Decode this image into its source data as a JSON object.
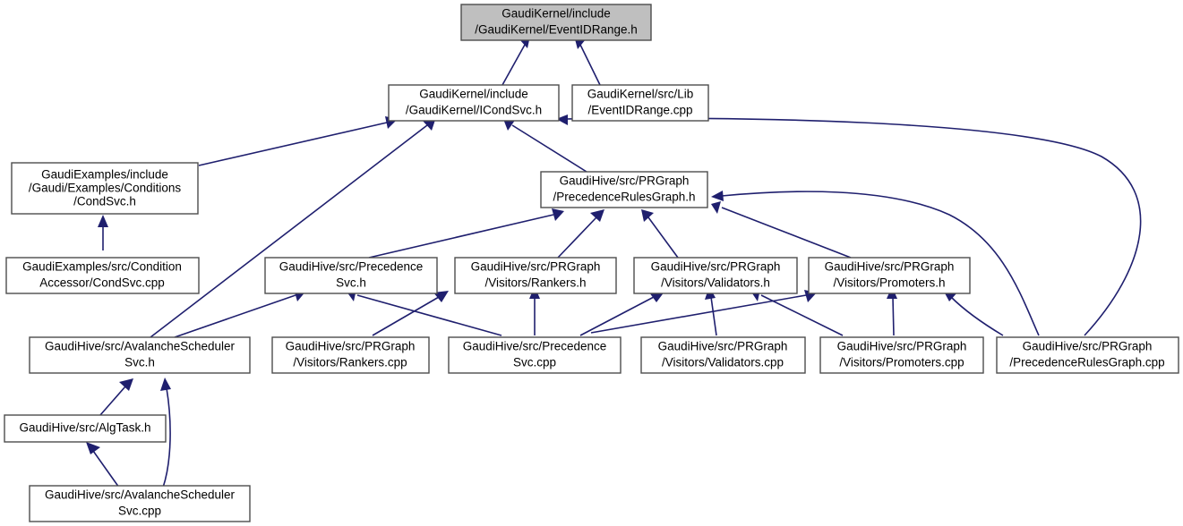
{
  "graph": {
    "title": "GaudiKernel/include/GaudiKernel/EventIDRange.h included-by dependency graph",
    "edge_color": "#1f1f6e",
    "node_border_color": "#4d4d4d",
    "root_fill_color": "#bfbfbf",
    "node_fill_color": "#ffffff",
    "background_color": "#ffffff"
  },
  "nodes": [
    {
      "id": "eventidrange_h",
      "line1": "GaudiKernel/include",
      "line2": "/GaudiKernel/EventIDRange.h",
      "is_root": true
    },
    {
      "id": "icondsvc_h",
      "line1": "GaudiKernel/include",
      "line2": "/GaudiKernel/ICondSvc.h",
      "is_root": false
    },
    {
      "id": "eventidrange_cpp",
      "line1": "GaudiKernel/src/Lib",
      "line2": "/EventIDRange.cpp",
      "is_root": false
    },
    {
      "id": "condsvc_h",
      "line1": "GaudiExamples/include",
      "line2": "/Gaudi/Examples/Conditions",
      "line3": "/CondSvc.h",
      "is_root": false
    },
    {
      "id": "condsvc_cpp",
      "line1": "GaudiExamples/src/Condition",
      "line2": "Accessor/CondSvc.cpp",
      "is_root": false
    },
    {
      "id": "prg_h",
      "line1": "GaudiHive/src/PRGraph",
      "line2": "/PrecedenceRulesGraph.h",
      "is_root": false
    },
    {
      "id": "precedencesvc_h",
      "line1": "GaudiHive/src/Precedence",
      "line2": "Svc.h",
      "is_root": false
    },
    {
      "id": "rankers_h",
      "line1": "GaudiHive/src/PRGraph",
      "line2": "/Visitors/Rankers.h",
      "is_root": false
    },
    {
      "id": "validators_h",
      "line1": "GaudiHive/src/PRGraph",
      "line2": "/Visitors/Validators.h",
      "is_root": false
    },
    {
      "id": "promoters_h",
      "line1": "GaudiHive/src/PRGraph",
      "line2": "/Visitors/Promoters.h",
      "is_root": false
    },
    {
      "id": "avalanche_h",
      "line1": "GaudiHive/src/AvalancheScheduler",
      "line2": "Svc.h",
      "is_root": false
    },
    {
      "id": "rankers_cpp",
      "line1": "GaudiHive/src/PRGraph",
      "line2": "/Visitors/Rankers.cpp",
      "is_root": false
    },
    {
      "id": "precedencesvc_cpp",
      "line1": "GaudiHive/src/Precedence",
      "line2": "Svc.cpp",
      "is_root": false
    },
    {
      "id": "validators_cpp",
      "line1": "GaudiHive/src/PRGraph",
      "line2": "/Visitors/Validators.cpp",
      "is_root": false
    },
    {
      "id": "promoters_cpp",
      "line1": "GaudiHive/src/PRGraph",
      "line2": "/Visitors/Promoters.cpp",
      "is_root": false
    },
    {
      "id": "prg_cpp",
      "line1": "GaudiHive/src/PRGraph",
      "line2": "/PrecedenceRulesGraph.cpp",
      "is_root": false
    },
    {
      "id": "algtask_h",
      "line1": "GaudiHive/src/AlgTask.h",
      "is_root": false
    },
    {
      "id": "avalanche_cpp",
      "line1": "GaudiHive/src/AvalancheScheduler",
      "line2": "Svc.cpp",
      "is_root": false
    }
  ],
  "edges": [
    {
      "from": "icondsvc_h",
      "to": "eventidrange_h"
    },
    {
      "from": "eventidrange_cpp",
      "to": "eventidrange_h"
    },
    {
      "from": "condsvc_h",
      "to": "icondsvc_h"
    },
    {
      "from": "avalanche_h",
      "to": "icondsvc_h"
    },
    {
      "from": "prg_h",
      "to": "icondsvc_h"
    },
    {
      "from": "prg_cpp",
      "to": "icondsvc_h"
    },
    {
      "from": "condsvc_cpp",
      "to": "condsvc_h"
    },
    {
      "from": "precedencesvc_h",
      "to": "prg_h"
    },
    {
      "from": "rankers_h",
      "to": "prg_h"
    },
    {
      "from": "validators_h",
      "to": "prg_h"
    },
    {
      "from": "promoters_h",
      "to": "prg_h"
    },
    {
      "from": "prg_cpp",
      "to": "prg_h"
    },
    {
      "from": "avalanche_h",
      "to": "precedencesvc_h"
    },
    {
      "from": "precedencesvc_cpp",
      "to": "precedencesvc_h"
    },
    {
      "from": "rankers_cpp",
      "to": "rankers_h"
    },
    {
      "from": "precedencesvc_cpp",
      "to": "rankers_h"
    },
    {
      "from": "validators_cpp",
      "to": "validators_h"
    },
    {
      "from": "precedencesvc_cpp",
      "to": "validators_h"
    },
    {
      "from": "promoters_cpp",
      "to": "validators_h"
    },
    {
      "from": "promoters_cpp",
      "to": "promoters_h"
    },
    {
      "from": "precedencesvc_cpp",
      "to": "promoters_h"
    },
    {
      "from": "prg_cpp",
      "to": "promoters_h"
    },
    {
      "from": "algtask_h",
      "to": "avalanche_h"
    },
    {
      "from": "avalanche_cpp",
      "to": "avalanche_h"
    },
    {
      "from": "avalanche_cpp",
      "to": "algtask_h"
    }
  ]
}
